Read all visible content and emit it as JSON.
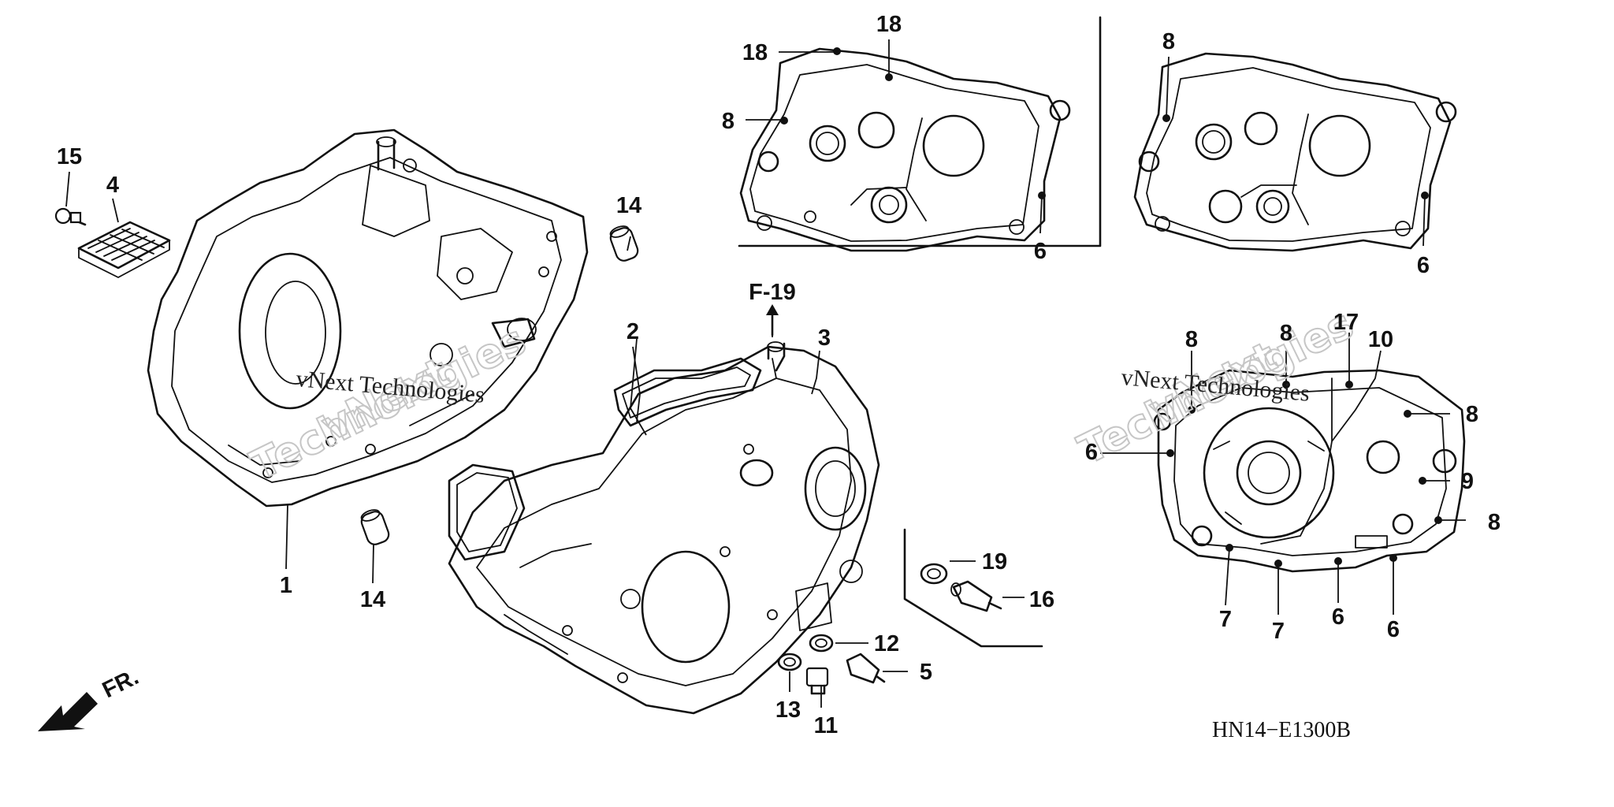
{
  "callouts": {
    "c1": "1",
    "c2": "2",
    "c3": "3",
    "c4": "4",
    "c5": "5",
    "c6": "6",
    "c7": "7",
    "c8": "8",
    "c9": "9",
    "c10": "10",
    "c11": "11",
    "c12": "12",
    "c13": "13",
    "c14": "14",
    "c15": "15",
    "c16": "16",
    "c17": "17",
    "c18": "18",
    "c19": "19"
  },
  "reference": {
    "section": "F-19",
    "direction": "FR."
  },
  "diagram_code": "HN14−E1300B",
  "watermark": {
    "line": "vNext Technologies",
    "word1": "vNext",
    "word2": "Technologies"
  }
}
